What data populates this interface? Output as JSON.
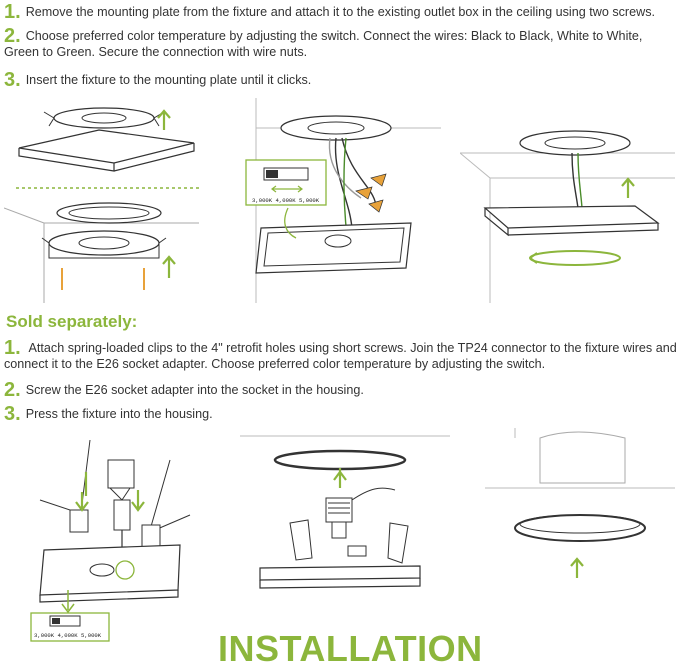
{
  "steps_top": [
    {
      "num": "1.",
      "text": "Remove the mounting plate from the fixture and attach it to the existing outlet box in the ceiling using two screws."
    },
    {
      "num": "2.",
      "text": "Choose preferred color temperature by adjusting the switch. Connect the wires: Black to Black, White to White, Green to Green. Secure the connection with wire nuts."
    },
    {
      "num": "3.",
      "text": "Insert the fixture to the mounting plate until it clicks."
    }
  ],
  "section": {
    "title": "Sold separately:"
  },
  "steps_bottom": [
    {
      "num": "1.",
      "text": " Attach spring-loaded clips to the 4\" retrofit holes using short screws. Join the TP24 connector to the fixture wires and connect it to the E26 socket adapter. Choose preferred color temperature by adjusting the switch."
    },
    {
      "num": "2.",
      "text": "Screw the E26 socket adapter into the socket in the housing."
    },
    {
      "num": "3.",
      "text": "Press the fixture into the housing."
    }
  ],
  "switch_labels": {
    "top": "3,000K 4,000K 5,000K",
    "bottom": "3,000K 4,000K 5,000K"
  },
  "footer": {
    "title": "INSTALLATION"
  },
  "colors": {
    "accent": "#8cb63c",
    "line": "#333333",
    "wire_nut": "#e8a23a"
  }
}
